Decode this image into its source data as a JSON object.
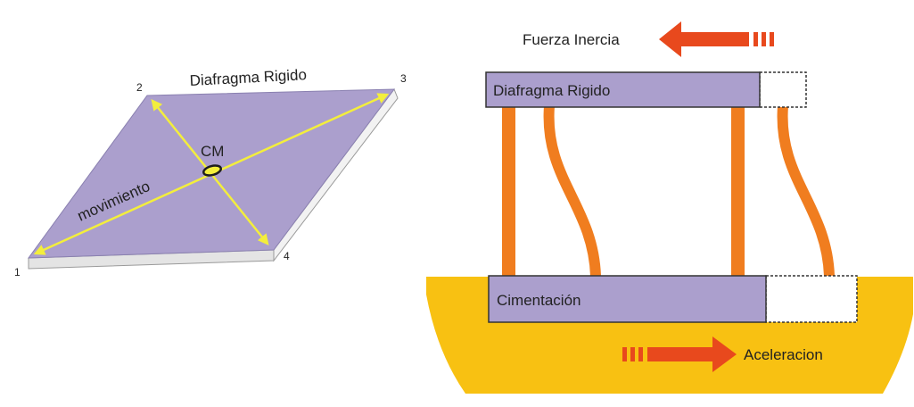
{
  "left_diagram": {
    "title": "Diafragma Rigido",
    "center_label": "CM",
    "motion_label": "movimiento",
    "corner_labels": [
      "1",
      "2",
      "3",
      "4"
    ]
  },
  "right_diagram": {
    "top_slab_label": "Diafragma Rigido",
    "foundation_label": "Cimentación",
    "inertia_label": "Fuerza Inercia",
    "acceleration_label": "Aceleracion"
  },
  "colors": {
    "slab_fill": "#ab9fcd",
    "column": "#f07d1f",
    "arrow": "#e8491d",
    "ground": "#f8c112",
    "diagonal": "#f3ee3c",
    "outline": "#333333"
  }
}
